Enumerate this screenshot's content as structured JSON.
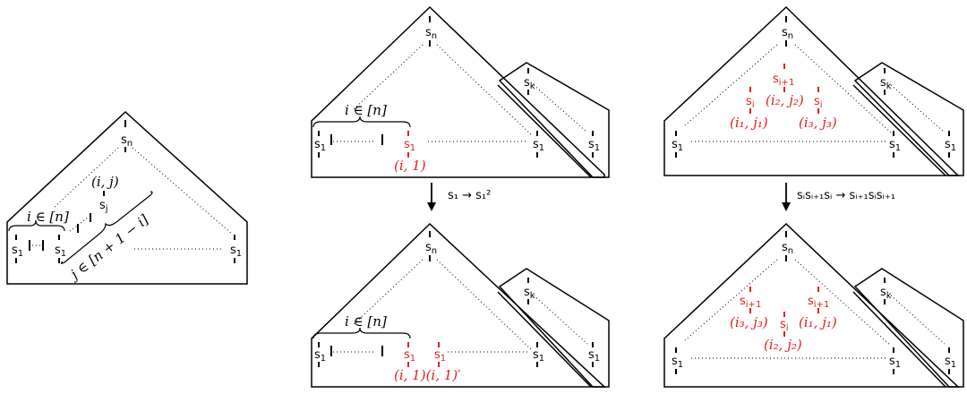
{
  "labels": {
    "s_n": "s",
    "sub_n": "n",
    "s_1": "s",
    "sub_1": "1",
    "s_k": "s",
    "sub_k": "k",
    "s_j": "s",
    "sub_j": "j",
    "s_i": "s",
    "sub_i": "i",
    "sub_i1": "i+1",
    "i_in_n": "i ∈ [n]",
    "ij": "(i, j)",
    "j_range": "j ∈ [n + 1 − i]",
    "i1": "(i, 1)",
    "i1_pair": "(i, 1)(i, 1)′",
    "i1j1": "(i₁, j₁)",
    "i2j2": "(i₂, j₂)",
    "i3j3": "(i₃, j₃)"
  },
  "arrows": {
    "left_rule": "s₁ → s₁²",
    "right_rule": "sᵢsᵢ₊₁sᵢ → sᵢ₊₁sᵢsᵢ₊₁"
  }
}
